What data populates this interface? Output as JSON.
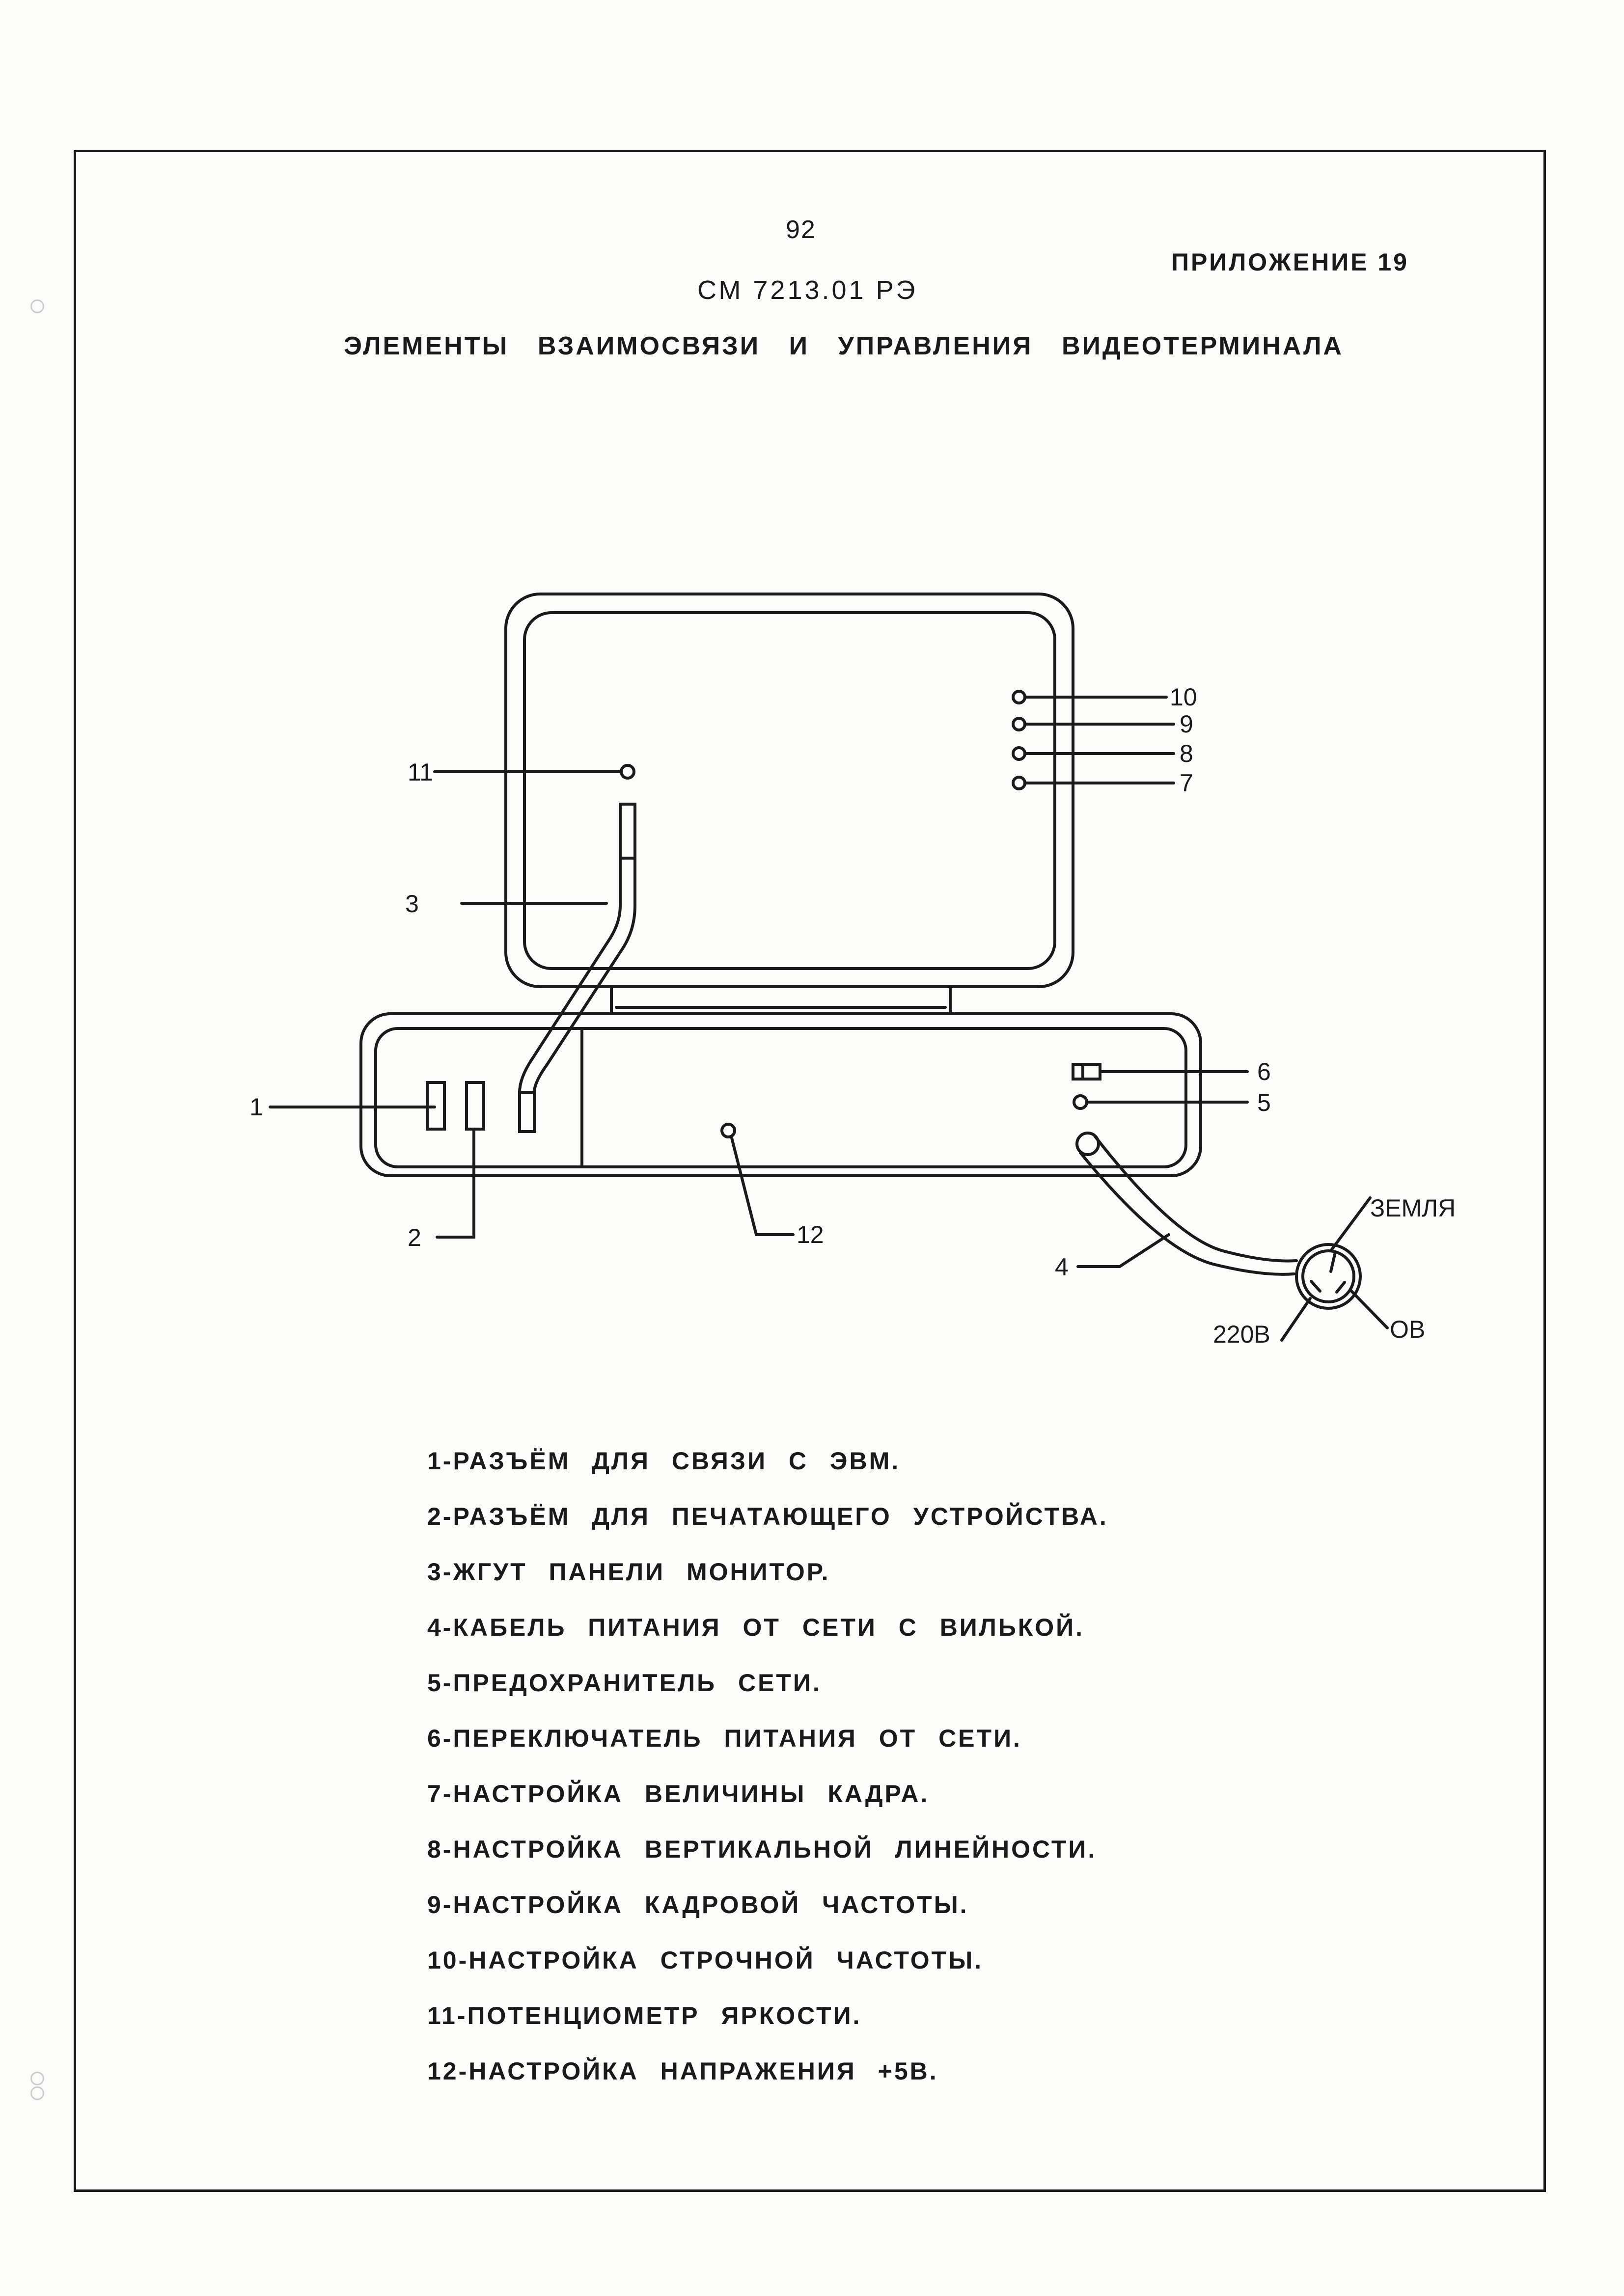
{
  "header": {
    "page_number": "92",
    "doc_code": "СМ 7213.01 РЭ",
    "appendix": "ПРИЛОЖЕНИЕ 19",
    "title": "ЭЛЕМЕНТЫ ВЗАИМОСВЯЗИ И УПРАВЛЕНИЯ ВИДЕОТЕРМИНАЛА"
  },
  "diagram": {
    "callouts": [
      "1",
      "2",
      "3",
      "4",
      "5",
      "6",
      "7",
      "8",
      "9",
      "10",
      "11",
      "12"
    ],
    "plug": {
      "ground": "ЗЕМЛЯ",
      "live": "220В",
      "neutral": "ОВ"
    }
  },
  "legend": [
    "1-РАЗЪЁМ ДЛЯ СВЯЗИ С ЭВМ.",
    "2-РАЗЪЁМ ДЛЯ ПЕЧАТАЮЩЕГО УСТРОЙСТВА.",
    "3-ЖГУТ ПАНЕЛИ МОНИТОР.",
    "4-КАБЕЛЬ ПИТАНИЯ ОТ СЕТИ С ВИЛЬКОЙ.",
    "5-ПРЕДОХРАНИТЕЛЬ СЕТИ.",
    "6-ПЕРЕКЛЮЧАТЕЛЬ ПИТАНИЯ ОТ СЕТИ.",
    "7-НАСТРОЙКА ВЕЛИЧИНЫ КАДРА.",
    "8-НАСТРОЙКА ВЕРТИКАЛЬНОЙ ЛИНЕЙНОСТИ.",
    "9-НАСТРОЙКА КАДРОВОЙ ЧАСТОТЫ.",
    "10-НАСТРОЙКА СТРОЧНОЙ ЧАСТОТЫ.",
    "11-ПОТЕНЦИОМЕТР ЯРКОСТИ.",
    "12-НАСТРОЙКА НАПРАЖЕНИЯ +5В."
  ]
}
